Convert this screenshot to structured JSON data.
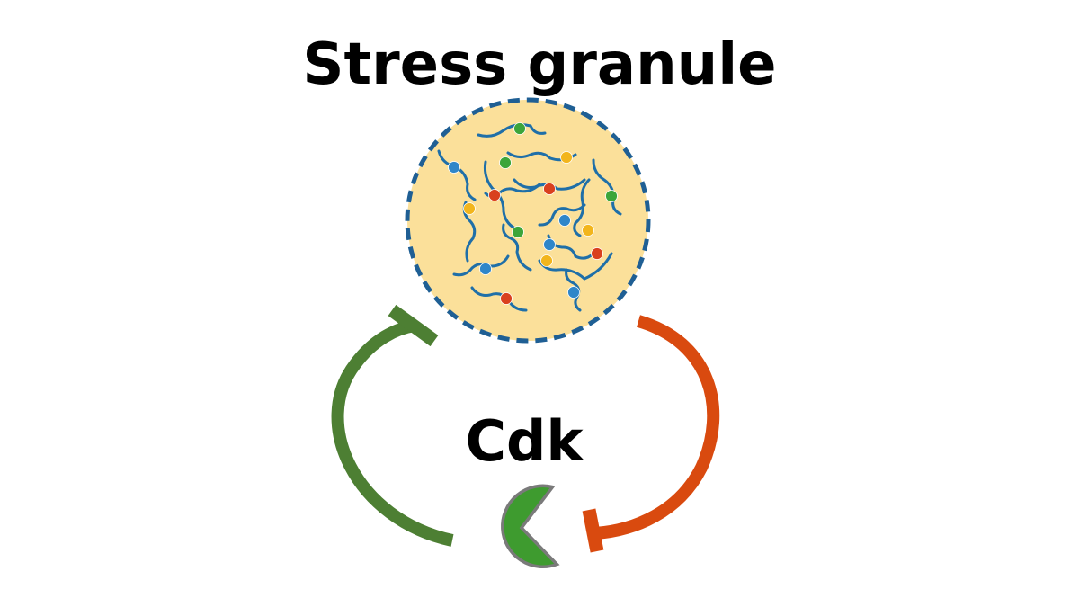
{
  "title": "Stress granule",
  "enzyme_label": "Cdk",
  "colors": {
    "granule_fill": "#fbe09a",
    "granule_border": "#1f5f94",
    "strand": "#1f6fa8",
    "inhibit_green": "#4d7f33",
    "inhibit_red": "#d94a0f",
    "enzyme_fill": "#3e9b2f",
    "enzyme_outline": "#7a7a7a",
    "bead_blue": "#2f86c9",
    "bead_green": "#3ca53a",
    "bead_red": "#d9401e",
    "bead_yellow": "#f2b51c"
  },
  "icons": {
    "granule": "stress-granule-droplet",
    "enzyme": "cdk-pacman-icon",
    "green_arrow": "inhibition-arrow-green",
    "red_arrow": "inhibition-arrow-red"
  }
}
